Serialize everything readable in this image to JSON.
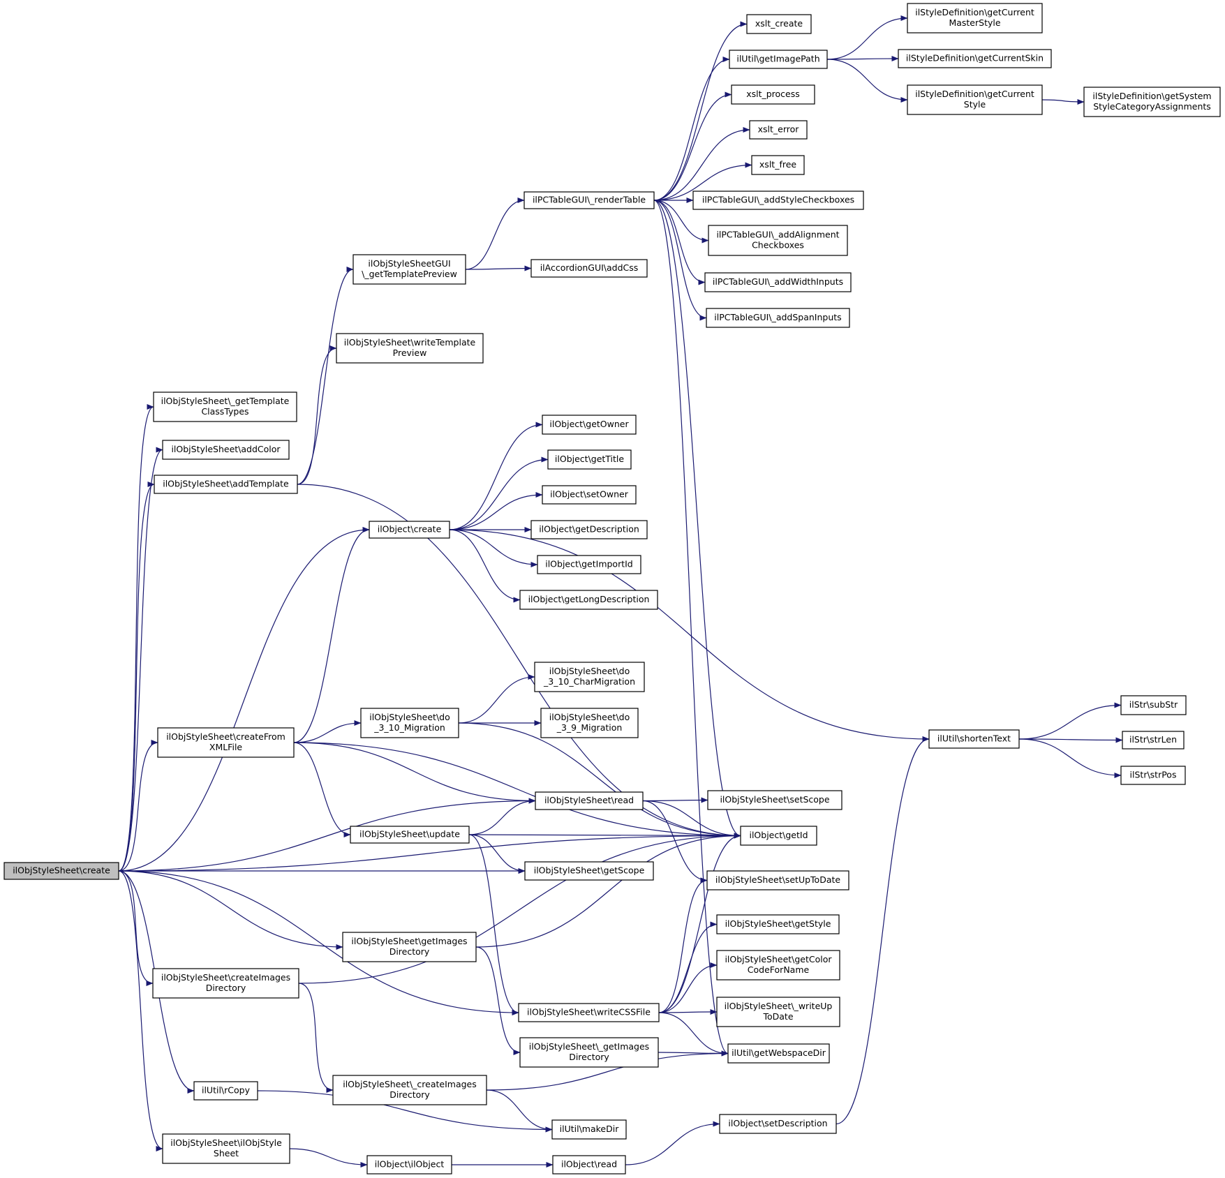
{
  "colors": {
    "edge": "#191970",
    "node_border": "#000000",
    "root_fill": "#bfbfbf",
    "node_fill": "#ffffff"
  },
  "nodes": [
    {
      "id": "root",
      "label": "ilObjStyleSheet\\create",
      "highlight": true
    },
    {
      "id": "getTemplateClassTypes",
      "label": "ilObjStyleSheet\\_getTemplate\nClassTypes"
    },
    {
      "id": "addColor",
      "label": "ilObjStyleSheet\\addColor"
    },
    {
      "id": "addTemplate",
      "label": "ilObjStyleSheet\\addTemplate"
    },
    {
      "id": "createFromXMLFile",
      "label": "ilObjStyleSheet\\createFrom\nXMLFile"
    },
    {
      "id": "createImagesDirectory",
      "label": "ilObjStyleSheet\\createImages\nDirectory"
    },
    {
      "id": "rCopy",
      "label": "ilUtil\\rCopy"
    },
    {
      "id": "ilObjStyleSheetCtor",
      "label": "ilObjStyleSheet\\ilObjStyle\nSheet"
    },
    {
      "id": "getTemplatePreview",
      "label": "ilObjStyleSheetGUI\n\\_getTemplatePreview"
    },
    {
      "id": "writeTemplatePreview",
      "label": "ilObjStyleSheet\\writeTemplate\nPreview"
    },
    {
      "id": "objectCreate",
      "label": "ilObject\\create"
    },
    {
      "id": "do310Migration",
      "label": "ilObjStyleSheet\\do\n_3_10_Migration"
    },
    {
      "id": "update",
      "label": "ilObjStyleSheet\\update"
    },
    {
      "id": "getImagesDirectory",
      "label": "ilObjStyleSheet\\getImages\nDirectory"
    },
    {
      "id": "_createImagesDirectory",
      "label": "ilObjStyleSheet\\_createImages\nDirectory"
    },
    {
      "id": "objectIlObject",
      "label": "ilObject\\ilObject"
    },
    {
      "id": "renderTable",
      "label": "ilPCTableGUI\\_renderTable"
    },
    {
      "id": "addCss",
      "label": "ilAccordionGUI\\addCss"
    },
    {
      "id": "getOwner",
      "label": "ilObject\\getOwner"
    },
    {
      "id": "getTitle",
      "label": "ilObject\\getTitle"
    },
    {
      "id": "setOwner",
      "label": "ilObject\\setOwner"
    },
    {
      "id": "getDescription",
      "label": "ilObject\\getDescription"
    },
    {
      "id": "getImportId",
      "label": "ilObject\\getImportId"
    },
    {
      "id": "getLongDescription",
      "label": "ilObject\\getLongDescription"
    },
    {
      "id": "do310CharMigration",
      "label": "ilObjStyleSheet\\do\n_3_10_CharMigration"
    },
    {
      "id": "do39Migration",
      "label": "ilObjStyleSheet\\do\n_3_9_Migration"
    },
    {
      "id": "read",
      "label": "ilObjStyleSheet\\read"
    },
    {
      "id": "getScope",
      "label": "ilObjStyleSheet\\getScope"
    },
    {
      "id": "writeCSSFile",
      "label": "ilObjStyleSheet\\writeCSSFile"
    },
    {
      "id": "_getImagesDirectory",
      "label": "ilObjStyleSheet\\_getImages\nDirectory"
    },
    {
      "id": "makeDir",
      "label": "ilUtil\\makeDir"
    },
    {
      "id": "objectRead",
      "label": "ilObject\\read"
    },
    {
      "id": "xsltCreate",
      "label": "xslt_create"
    },
    {
      "id": "getImagePath",
      "label": "ilUtil\\getImagePath"
    },
    {
      "id": "xsltProcess",
      "label": "xslt_process"
    },
    {
      "id": "xsltError",
      "label": "xslt_error"
    },
    {
      "id": "xsltFree",
      "label": "xslt_free"
    },
    {
      "id": "addStyleCheckboxes",
      "label": "ilPCTableGUI\\_addStyleCheckboxes"
    },
    {
      "id": "addAlignmentCheckboxes",
      "label": "ilPCTableGUI\\_addAlignment\nCheckboxes"
    },
    {
      "id": "addWidthInputs",
      "label": "ilPCTableGUI\\_addWidthInputs"
    },
    {
      "id": "addSpanInputs",
      "label": "ilPCTableGUI\\_addSpanInputs"
    },
    {
      "id": "setScope",
      "label": "ilObjStyleSheet\\setScope"
    },
    {
      "id": "getId",
      "label": "ilObject\\getId"
    },
    {
      "id": "setUpToDate",
      "label": "ilObjStyleSheet\\setUpToDate"
    },
    {
      "id": "getStyle",
      "label": "ilObjStyleSheet\\getStyle"
    },
    {
      "id": "getColorCodeForName",
      "label": "ilObjStyleSheet\\getColor\nCodeForName"
    },
    {
      "id": "_writeUpToDate",
      "label": "ilObjStyleSheet\\_writeUp\nToDate"
    },
    {
      "id": "getWebspaceDir",
      "label": "ilUtil\\getWebspaceDir"
    },
    {
      "id": "setDescription",
      "label": "ilObject\\setDescription"
    },
    {
      "id": "getCurrentMasterStyle",
      "label": "ilStyleDefinition\\getCurrent\nMasterStyle"
    },
    {
      "id": "getCurrentSkin",
      "label": "ilStyleDefinition\\getCurrentSkin"
    },
    {
      "id": "getCurrentStyle",
      "label": "ilStyleDefinition\\getCurrent\nStyle"
    },
    {
      "id": "shortenText",
      "label": "ilUtil\\shortenText"
    },
    {
      "id": "getSystemStyleCategoryAssignments",
      "label": "ilStyleDefinition\\getSystem\nStyleCategoryAssignments"
    },
    {
      "id": "subStr",
      "label": "ilStr\\subStr"
    },
    {
      "id": "strLen",
      "label": "ilStr\\strLen"
    },
    {
      "id": "strPos",
      "label": "ilStr\\strPos"
    }
  ],
  "edges": [
    [
      "root",
      "getTemplateClassTypes"
    ],
    [
      "root",
      "addColor"
    ],
    [
      "root",
      "addTemplate"
    ],
    [
      "root",
      "objectCreate"
    ],
    [
      "root",
      "createFromXMLFile"
    ],
    [
      "root",
      "read"
    ],
    [
      "root",
      "getScope"
    ],
    [
      "root",
      "getId"
    ],
    [
      "root",
      "getImagesDirectory"
    ],
    [
      "root",
      "createImagesDirectory"
    ],
    [
      "root",
      "writeCSSFile"
    ],
    [
      "root",
      "rCopy"
    ],
    [
      "root",
      "ilObjStyleSheetCtor"
    ],
    [
      "addTemplate",
      "getTemplatePreview"
    ],
    [
      "addTemplate",
      "writeTemplatePreview"
    ],
    [
      "addTemplate",
      "getId"
    ],
    [
      "getTemplatePreview",
      "renderTable"
    ],
    [
      "getTemplatePreview",
      "addCss"
    ],
    [
      "renderTable",
      "xsltCreate"
    ],
    [
      "renderTable",
      "getImagePath"
    ],
    [
      "renderTable",
      "xsltProcess"
    ],
    [
      "renderTable",
      "xsltError"
    ],
    [
      "renderTable",
      "xsltFree"
    ],
    [
      "renderTable",
      "addStyleCheckboxes"
    ],
    [
      "renderTable",
      "addAlignmentCheckboxes"
    ],
    [
      "renderTable",
      "addWidthInputs"
    ],
    [
      "renderTable",
      "addSpanInputs"
    ],
    [
      "renderTable",
      "getId"
    ],
    [
      "renderTable",
      "getWebspaceDir"
    ],
    [
      "getImagePath",
      "getCurrentMasterStyle"
    ],
    [
      "getImagePath",
      "getCurrentSkin"
    ],
    [
      "getImagePath",
      "getCurrentStyle"
    ],
    [
      "getCurrentStyle",
      "getSystemStyleCategoryAssignments"
    ],
    [
      "objectCreate",
      "getOwner"
    ],
    [
      "objectCreate",
      "getTitle"
    ],
    [
      "objectCreate",
      "setOwner"
    ],
    [
      "objectCreate",
      "getDescription"
    ],
    [
      "objectCreate",
      "getImportId"
    ],
    [
      "objectCreate",
      "getLongDescription"
    ],
    [
      "objectCreate",
      "shortenText"
    ],
    [
      "createFromXMLFile",
      "objectCreate"
    ],
    [
      "createFromXMLFile",
      "do310Migration"
    ],
    [
      "createFromXMLFile",
      "read"
    ],
    [
      "createFromXMLFile",
      "update"
    ],
    [
      "createFromXMLFile",
      "getId"
    ],
    [
      "do310Migration",
      "do310CharMigration"
    ],
    [
      "do310Migration",
      "do39Migration"
    ],
    [
      "do310Migration",
      "getId"
    ],
    [
      "update",
      "read"
    ],
    [
      "update",
      "getId"
    ],
    [
      "update",
      "getScope"
    ],
    [
      "update",
      "writeCSSFile"
    ],
    [
      "read",
      "setScope"
    ],
    [
      "read",
      "getId"
    ],
    [
      "read",
      "setUpToDate"
    ],
    [
      "writeCSSFile",
      "getId"
    ],
    [
      "writeCSSFile",
      "setUpToDate"
    ],
    [
      "writeCSSFile",
      "getStyle"
    ],
    [
      "writeCSSFile",
      "getColorCodeForName"
    ],
    [
      "writeCSSFile",
      "_writeUpToDate"
    ],
    [
      "writeCSSFile",
      "getWebspaceDir"
    ],
    [
      "getImagesDirectory",
      "getId"
    ],
    [
      "getImagesDirectory",
      "_getImagesDirectory"
    ],
    [
      "_getImagesDirectory",
      "getWebspaceDir"
    ],
    [
      "createImagesDirectory",
      "getId"
    ],
    [
      "createImagesDirectory",
      "_createImagesDirectory"
    ],
    [
      "_createImagesDirectory",
      "getWebspaceDir"
    ],
    [
      "_createImagesDirectory",
      "makeDir"
    ],
    [
      "rCopy",
      "makeDir"
    ],
    [
      "ilObjStyleSheetCtor",
      "objectIlObject"
    ],
    [
      "objectIlObject",
      "objectRead"
    ],
    [
      "objectRead",
      "setDescription"
    ],
    [
      "setDescription",
      "shortenText"
    ],
    [
      "shortenText",
      "subStr"
    ],
    [
      "shortenText",
      "strLen"
    ],
    [
      "shortenText",
      "strPos"
    ]
  ]
}
